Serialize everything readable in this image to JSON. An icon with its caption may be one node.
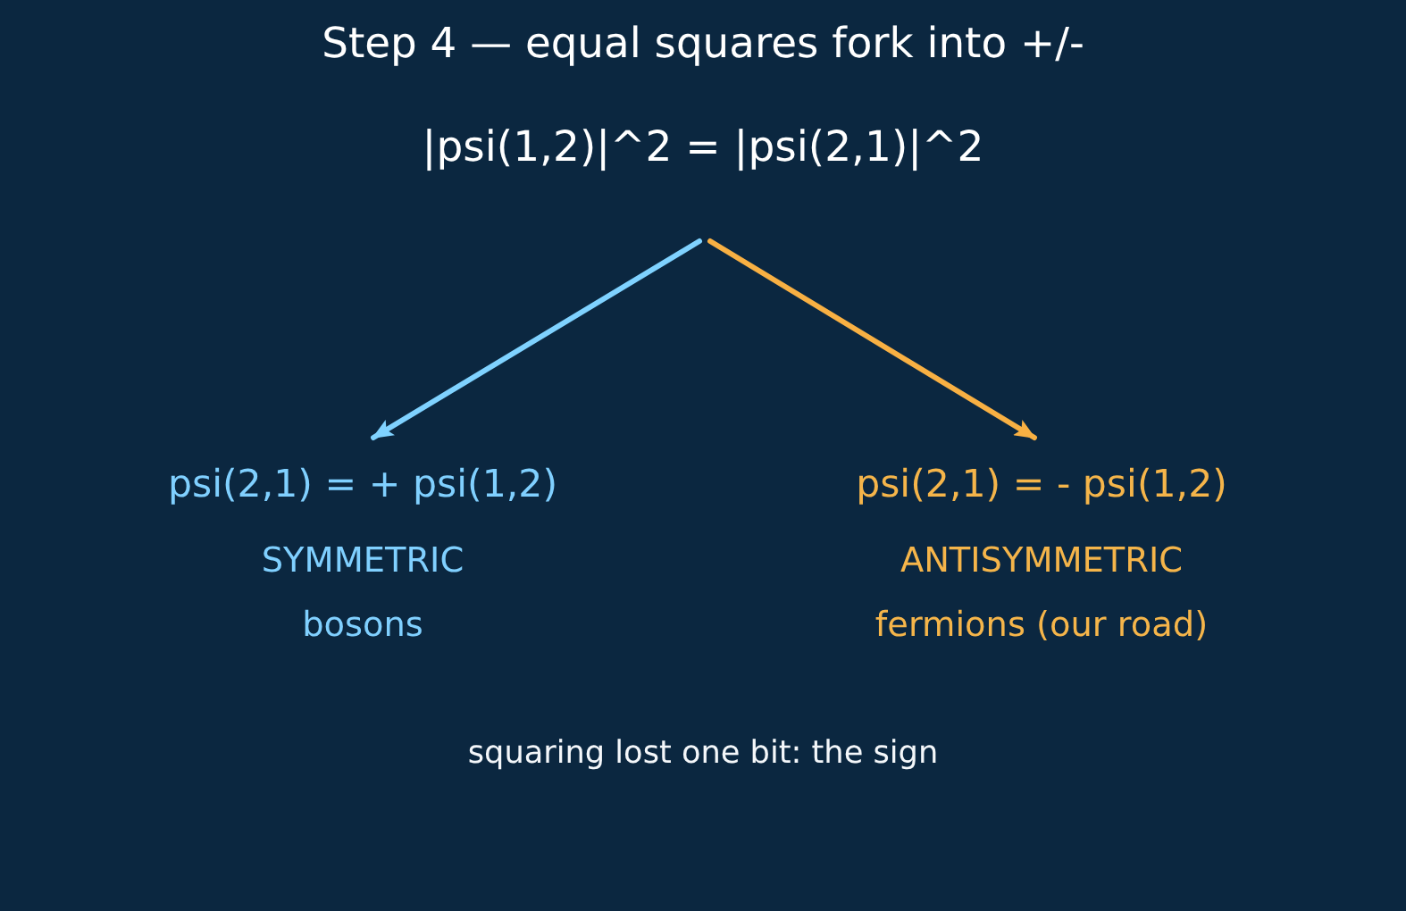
{
  "diagram": {
    "title": "Step 4 — equal squares fork into +/-",
    "caption": "squaring lost one bit: the sign",
    "nodes": [
      {
        "text": [
          "|psi(1,2)|^2 = |psi(2,1)|^2"
        ]
      },
      {
        "text": [
          "psi(2,1) = + psi(1,2)",
          "SYMMETRIC",
          "bosons"
        ]
      },
      {
        "text": [
          "psi(2,1) = - psi(1,2)",
          "ANTISYMMETRIC",
          "fermions (our road)"
        ]
      }
    ],
    "edges": [
      {
        "from": 0,
        "to": 1,
        "arrow": "to",
        "color": "#7fd2ff"
      },
      {
        "from": 0,
        "to": 2,
        "arrow": "to",
        "color": "#f8b043"
      }
    ]
  }
}
